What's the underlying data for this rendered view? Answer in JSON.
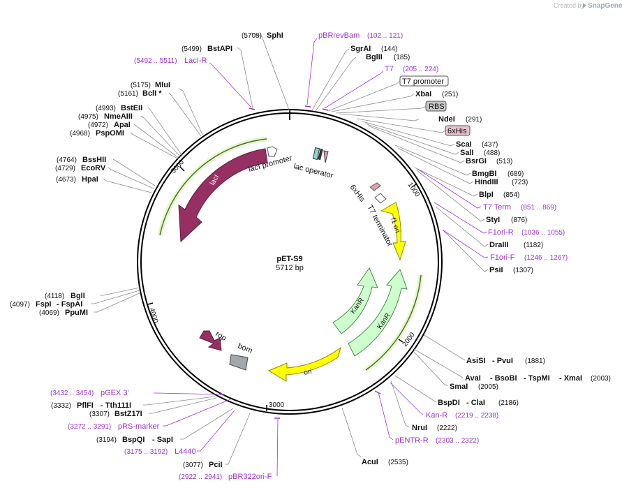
{
  "credit": {
    "text": "Created by",
    "brand": "SnapGene"
  },
  "plasmid": {
    "name": "pET-S9",
    "length_label": "5712 bp"
  },
  "ticks": [
    "1000",
    "2000",
    "3000",
    "4000",
    "5000"
  ],
  "sites": {
    "SphI": {
      "name": "SphI",
      "pos": "(5708)"
    },
    "BstAPI": {
      "name": "BstAPI",
      "pos": "(5499)"
    },
    "MluI": {
      "name": "MluI",
      "pos": "(5175)"
    },
    "BclI": {
      "name": "BclI *",
      "pos": "(5161)"
    },
    "BstEII": {
      "name": "BstEII",
      "pos": "(4993)"
    },
    "NmeAIII": {
      "name": "NmeAIII",
      "pos": "(4975)"
    },
    "ApaI": {
      "name": "ApaI",
      "pos": "(4972)"
    },
    "PspOMI": {
      "name": "PspOMI",
      "pos": "(4968)"
    },
    "BssHII": {
      "name": "BssHII",
      "pos": "(4764)"
    },
    "EcoRV": {
      "name": "EcoRV",
      "pos": "(4729)"
    },
    "HpaI": {
      "name": "HpaI",
      "pos": "(4673)"
    },
    "BglI": {
      "name": "BglI",
      "pos": "(4118)"
    },
    "FspI": {
      "name": "FspI",
      "pos": "(4097)",
      "extra": "- FspAI"
    },
    "PpuMI": {
      "name": "PpuMI",
      "pos": "(4069)"
    },
    "PflFI": {
      "name": "PflFI",
      "pos": "(3332)",
      "extra": "- Tth111I"
    },
    "BstZ17I": {
      "name": "BstZ17I",
      "pos": "(3307)"
    },
    "BspQI": {
      "name": "BspQI",
      "pos": "(3194)",
      "extra": "- SapI"
    },
    "PciI": {
      "name": "PciI",
      "pos": "(3077)"
    },
    "SgrAI": {
      "name": "SgrAI",
      "pos": "(144)"
    },
    "BglII": {
      "name": "BglII",
      "pos": "(185)"
    },
    "XbaI": {
      "name": "XbaI",
      "pos": "(251)"
    },
    "NdeI": {
      "name": "NdeI",
      "pos": "(291)"
    },
    "ScaI": {
      "name": "ScaI",
      "pos": "(437)"
    },
    "SalI": {
      "name": "SalI",
      "pos": "(488)"
    },
    "BsrGI": {
      "name": "BsrGI",
      "pos": "(513)"
    },
    "BmgBI": {
      "name": "BmgBI",
      "pos": "(689)"
    },
    "HindIII": {
      "name": "HindIII",
      "pos": "(723)"
    },
    "BlpI": {
      "name": "BlpI",
      "pos": "(854)"
    },
    "StyI": {
      "name": "StyI",
      "pos": "(876)"
    },
    "DraIII": {
      "name": "DraIII",
      "pos": "(1182)"
    },
    "PsiI": {
      "name": "PsiI",
      "pos": "(1307)"
    },
    "AsiSI": {
      "name": "AsiSI",
      "mid": "- PvuI",
      "pos": "(1881)"
    },
    "AvaI": {
      "name": "AvaI",
      "mid": "- BsoBI",
      "mid2": "- TspMI",
      "mid3": "- XmaI",
      "pos": "(2003)"
    },
    "SmaI": {
      "name": "SmaI",
      "pos": "(2005)"
    },
    "BspDI": {
      "name": "BspDI",
      "mid": "- ClaI",
      "pos": "(2186)"
    },
    "NruI": {
      "name": "NruI",
      "pos": "(2222)"
    },
    "AcuI": {
      "name": "AcuI",
      "pos": "(2535)"
    }
  },
  "primers": {
    "LacIR": {
      "name": "LacI-R",
      "pos": "(5492 .. 5511)"
    },
    "pBRrevBam": {
      "name": "pBRrevBam",
      "pos": "(102 .. 121)"
    },
    "T7": {
      "name": "T7",
      "pos": "(205 .. 224)"
    },
    "T7Term": {
      "name": "T7 Term",
      "pos": "(851 .. 869)"
    },
    "F1oriR": {
      "name": "F1ori-R",
      "pos": "(1036 .. 1055)"
    },
    "F1oriF": {
      "name": "F1ori-F",
      "pos": "(1246 .. 1267)"
    },
    "KanR": {
      "name": "Kan-R",
      "pos": "(2219 .. 2238)"
    },
    "pENTRR": {
      "name": "pENTR-R",
      "pos": "(2303 .. 2322)"
    },
    "pGEX3": {
      "name": "pGEX 3'",
      "pos": "(3432 .. 3454)"
    },
    "pRSmarker": {
      "name": "pRS-marker",
      "pos": "(3272 .. 3291)"
    },
    "L4440": {
      "name": "L4440",
      "pos": "(3175 .. 3192)"
    },
    "pBR322oriF": {
      "name": "pBR322ori-F",
      "pos": "(2922 .. 2941)"
    }
  },
  "boxed": {
    "T7promoter": "T7 promoter",
    "RBS": "RBS",
    "His": "6xHis"
  },
  "features": {
    "lacI": "lacI",
    "lacIpromoter": "lacI promoter",
    "lacoperator": "lac operator",
    "His": "6xHis",
    "T7terminator": "T7 terminator",
    "f1ori": "f1 ori",
    "KanR1": "KanR",
    "KanR2": "KanR",
    "ori": "ori",
    "rop": "rop",
    "bom": "bom"
  },
  "colors": {
    "backbone": "#000000",
    "lacI": "#963063",
    "f1ori": "#ffff00",
    "KanR": "#ccffcc",
    "bom": "#a3a8ad",
    "primer": "#9b30d9",
    "rbs_box": "#c8c8c8",
    "his_box": "#e9c0cf",
    "orf_arc": "#5a8a3a"
  }
}
